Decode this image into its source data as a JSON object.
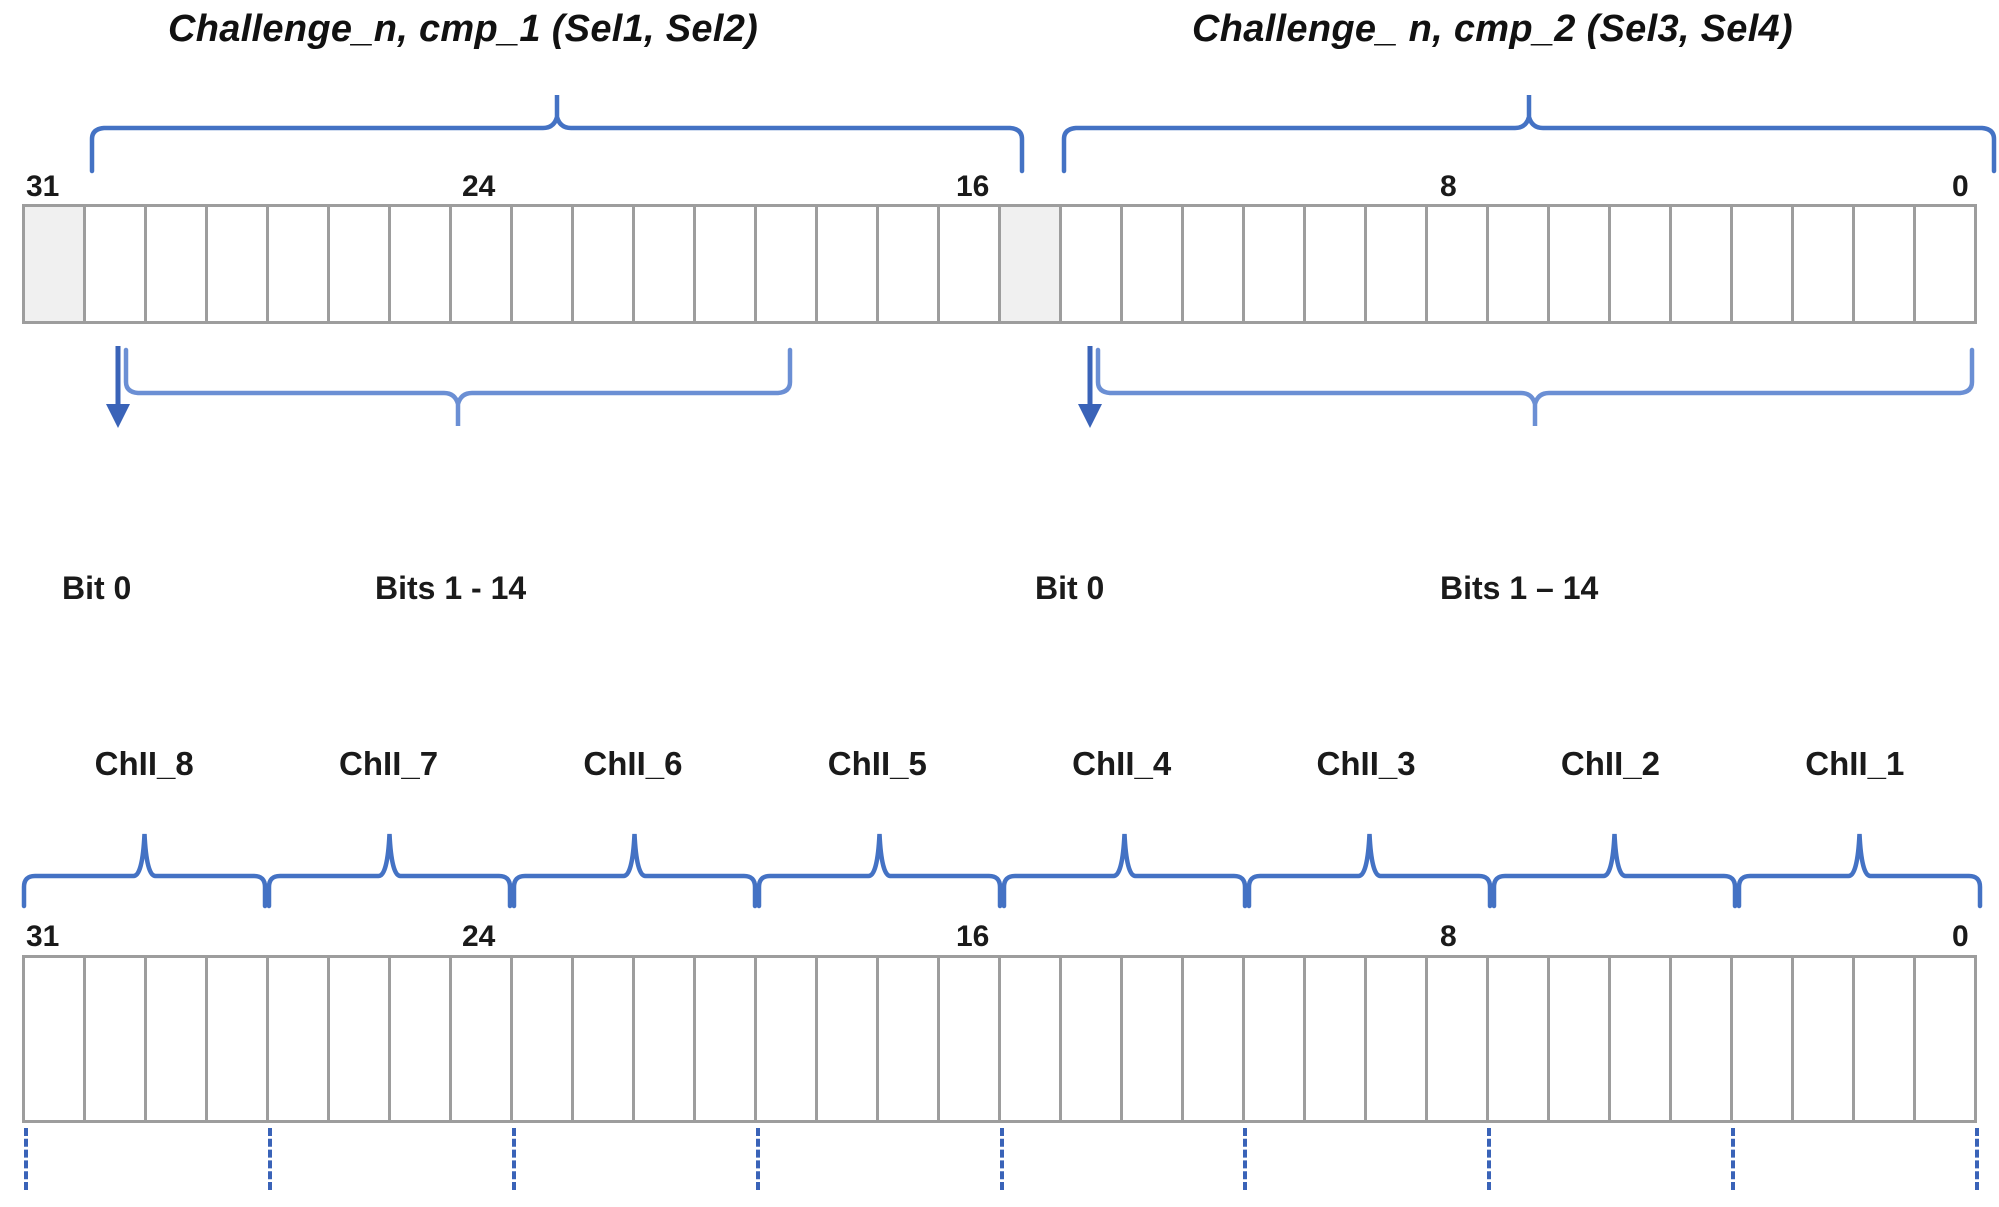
{
  "diagram": {
    "title_left": "Challenge_n,  cmp_1  (Sel1, Sel2)",
    "title_right": "Challenge_ n,  cmp_2  (Sel3, Sel4)",
    "accent_color": "#4472c4",
    "grid_color": "#9d9d9d",
    "shaded_cell_color": "#f0f0f0"
  },
  "register_top": {
    "ruler_labels": [
      "31",
      "24",
      "16",
      "8",
      "0"
    ],
    "total_bits": 32,
    "shaded_bit_indexes": [
      0,
      16
    ],
    "split_after_cell": 16
  },
  "field_labels_top": {
    "left": {
      "bit0": "Bit 0",
      "bits_range": "Bits 1 - 14"
    },
    "right": {
      "bit0": "Bit 0",
      "bits_range": "Bits 1 – 14"
    }
  },
  "register_bottom": {
    "ruler_labels": [
      "31",
      "24",
      "16",
      "8",
      "0"
    ],
    "total_bits": 32,
    "chunk_labels": [
      "ChII_8",
      "ChII_7",
      "ChII_6",
      "ChII_5",
      "ChII_4",
      "ChII_3",
      "ChII_2",
      "ChII_1"
    ],
    "chunk_bit_width": 4,
    "dashed_separator_count": 9
  }
}
